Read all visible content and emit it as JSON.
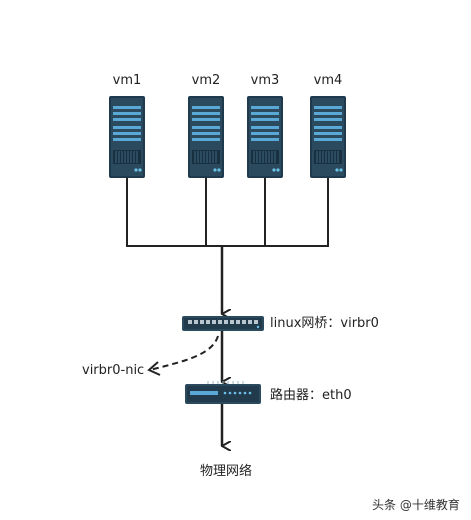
{
  "vms": [
    {
      "label": "vm1"
    },
    {
      "label": "vm2"
    },
    {
      "label": "vm3"
    },
    {
      "label": "vm4"
    }
  ],
  "bridge_label": "linux网桥：virbr0",
  "nic_label": "virbr0-nic",
  "router_label": "路由器：eth0",
  "network_label": "物理网络",
  "watermark": "头条 @十维教育",
  "colors": {
    "server_body": "#2c4a5e",
    "server_slot": "#5aa8d6",
    "device_body": "#2c4a5e",
    "line": "#222222"
  }
}
